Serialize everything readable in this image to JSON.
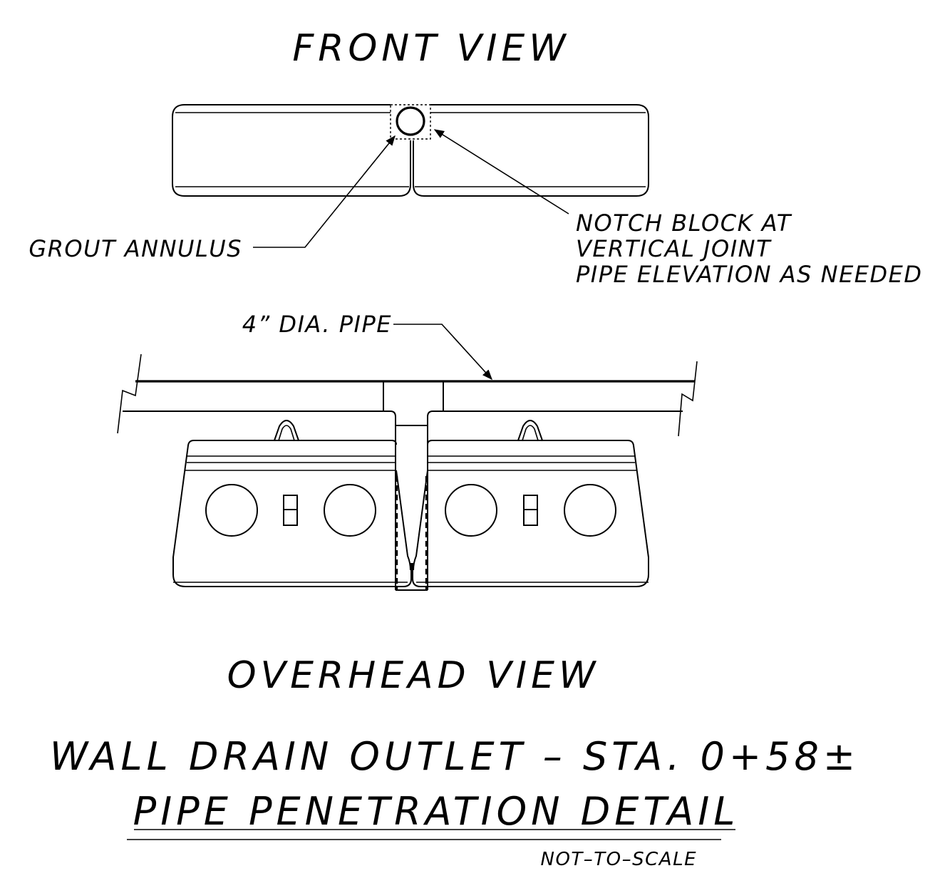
{
  "diagram": {
    "front_view": {
      "title": "FRONT VIEW",
      "callouts": {
        "grout_annulus": "GROUT ANNULUS",
        "notch_line_1": "NOTCH BLOCK AT",
        "notch_line_2": "VERTICAL JOINT",
        "notch_line_3": "PIPE ELEVATION AS NEEDED"
      }
    },
    "overhead_view": {
      "title": "OVERHEAD VIEW",
      "callouts": {
        "pipe": "4” DIA. PIPE"
      }
    },
    "detail_title": {
      "line_1": "WALL DRAIN OUTLET – STA. 0+58±",
      "line_2": "PIPE PENETRATION DETAIL",
      "scale_note": "NOT–TO–SCALE"
    }
  },
  "colors": {
    "line": "#000000",
    "background": "#ffffff"
  }
}
